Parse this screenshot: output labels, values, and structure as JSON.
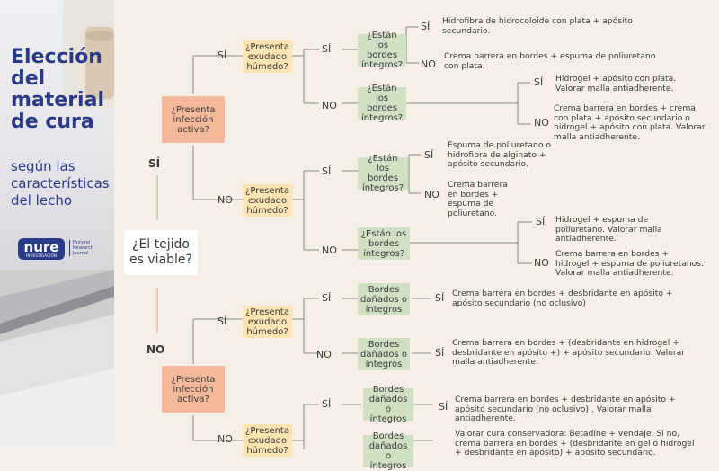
{
  "header": {
    "title": "Elección\ndel\nmaterial\nde cura",
    "subtitle": "según las\ncaracterísticas\ndel lecho"
  },
  "logo": {
    "mark": "nure",
    "mark_sub": "INVESTIGACIÓN",
    "journal": "Nursing\nResearch\nJournal"
  },
  "colors": {
    "title_blue": "#2b3a86",
    "infection_node": "#f3b99a",
    "exudate_node": "#fbe3b2",
    "edges_node": "#cfe0c3",
    "background": "#f5efe8"
  },
  "tree": {
    "root": "¿El tejido es viable?",
    "yes": "SÍ",
    "no": "NO",
    "infection": "¿Presenta infección activa?",
    "exudate": "¿Presenta exudado húmedo?",
    "edges_intact": "¿Están los bordes íntegros?",
    "edges_damaged": "Bordes dañados o íntegros"
  },
  "results": {
    "r1": "Hidrofibra de hidrocoloide con plata + apósito secundario.",
    "r2": "Crema barrera en bordes + espuma de poliuretano con plata.",
    "r3": "Hidrogel + apósito con plata. Valorar malla antiadherente.",
    "r4": "Crema barrera en bordes + crema con plata + apósito secundario o hidrogel + apósito con plata. Valorar malla antiadherente.",
    "r5": "Espuma de poliuretano o hidrofibra de alginato + apósito secundario.",
    "r6": "Crema barrera en bordes + espuma de poliuretano.",
    "r7": "Hidrogel + espuma de poliuretano. Valorar malla antiadherente.",
    "r8": "Crema barrera en bordes + hidrogel + espuma de poliuretanos. Valorar malla antiadherente.",
    "r9": "Crema barrera en bordes + desbridante en apósito + apósito secundario (no oclusivo)",
    "r10": "Crema barrera en bordes + (desbridante en hidrogel + desbridante en apósito +) + apósito secundario. Valorar malla antiadherente.",
    "r11": "Crema barrera en bordes + desbridante en apósito + apósito secundario (no oclusivo) . Valorar malla antiadherente.",
    "r12": "Valorar cura conservadora: Betadine + vendaje. Si no, crema barrera en bordes + (desbridante en gel o hidrogel + desbridante en apósito) + apósito secundario."
  }
}
